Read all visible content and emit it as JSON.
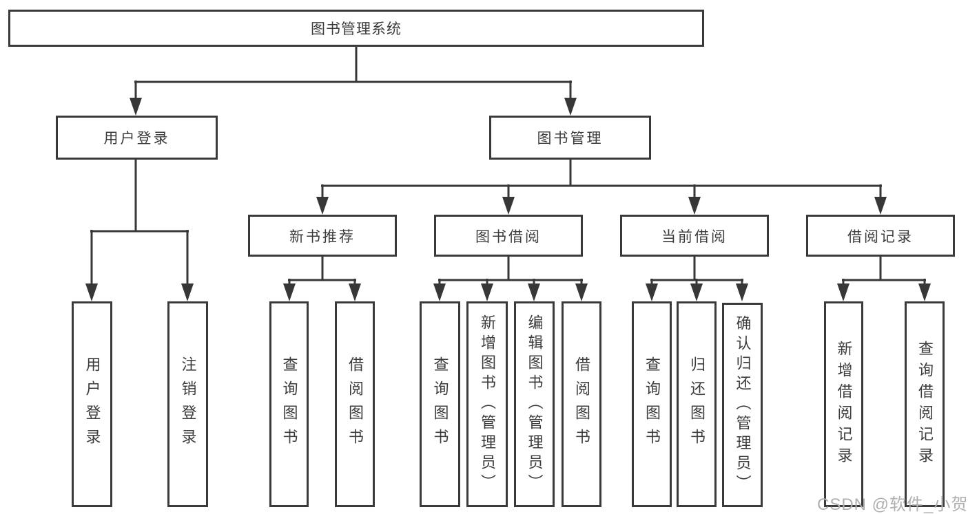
{
  "title": "图书管理系统",
  "colors": {
    "line": "#373737",
    "box_border": "#3a3a3a",
    "text": "#3c3c3c",
    "background": "#ffffff",
    "watermark": "#b0b0b0"
  },
  "nodes": {
    "root": "图书管理系统",
    "user_login": "用户登录",
    "book_mgmt": "图书管理",
    "new_book_rec": "新书推荐",
    "book_borrow": "图书借阅",
    "current_borrow": "当前借阅",
    "borrow_records": "借阅记录",
    "ul_user_login": "用户登录",
    "ul_logout": "注销登录",
    "nb_query": "查询图书",
    "nb_borrow": "借阅图书",
    "bb_query": "查询图书",
    "bb_add": "新增图书（管理员）",
    "bb_edit": "编辑图书（管理员）",
    "bb_borrow": "借阅图书",
    "cb_query": "查询图书",
    "cb_return": "归还图书",
    "cb_confirm": "确认归还（管理员）",
    "br_add": "新增借阅记录",
    "br_query": "查询借阅记录"
  },
  "hierarchy": {
    "root": "图书管理系统",
    "children": [
      {
        "label": "用户登录",
        "children": [
          "用户登录",
          "注销登录"
        ]
      },
      {
        "label": "图书管理",
        "children": [
          {
            "label": "新书推荐",
            "children": [
              "查询图书",
              "借阅图书"
            ]
          },
          {
            "label": "图书借阅",
            "children": [
              "查询图书",
              "新增图书（管理员）",
              "编辑图书（管理员）",
              "借阅图书"
            ]
          },
          {
            "label": "当前借阅",
            "children": [
              "查询图书",
              "归还图书",
              "确认归还（管理员）"
            ]
          },
          {
            "label": "借阅记录",
            "children": [
              "新增借阅记录",
              "查询借阅记录"
            ]
          }
        ]
      }
    ]
  },
  "watermark": "CSDN @软件_小贺同学"
}
